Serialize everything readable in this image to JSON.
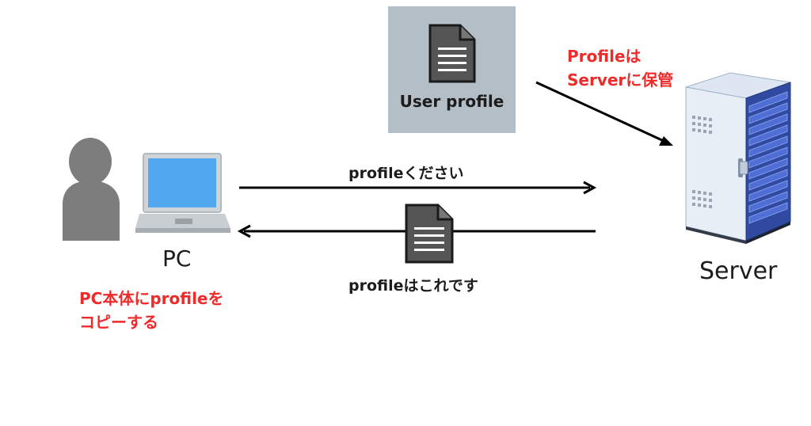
{
  "profile_card": {
    "label": "User profile",
    "icon": "document-icon"
  },
  "server_note": {
    "line1": "Profileは",
    "line2": "Serverに保管"
  },
  "request_message": "profileください",
  "response_message": "profileはこれです",
  "pc_label": "PC",
  "server_label": "Server",
  "pc_note": {
    "line1": "PC本体にprofileを",
    "line2": "コピーする"
  },
  "colors": {
    "accent_red": "#ee2b2b",
    "card_bg": "#b4bec6",
    "doc_dark": "#555555",
    "screen_blue": "#52a8f0",
    "server_blue": "#4f6fd6"
  },
  "icons": [
    "person-icon",
    "laptop-icon",
    "document-icon",
    "server-rack-icon"
  ]
}
